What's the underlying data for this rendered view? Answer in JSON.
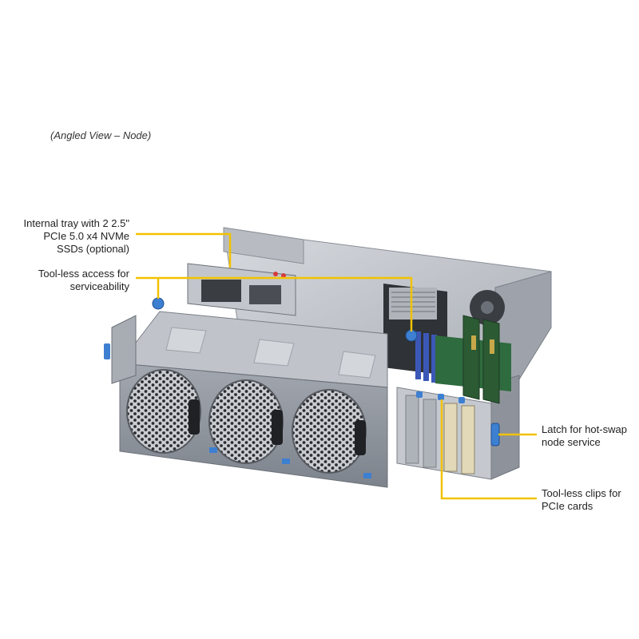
{
  "caption": "(Angled View – Node)",
  "callout_color": "#f2c200",
  "callouts": {
    "internal_tray": {
      "lines": [
        "Internal tray with 2 2.5\"",
        "PCIe 5.0 x4 NVMe",
        "SSDs (optional)"
      ]
    },
    "toolless_access": {
      "lines": [
        "Tool-less access for",
        "serviceability"
      ]
    },
    "latch": {
      "lines": [
        "Latch for hot-swap",
        "node service"
      ]
    },
    "pcie_clips": {
      "lines": [
        "Tool-less clips for",
        "PCIe cards"
      ]
    }
  }
}
